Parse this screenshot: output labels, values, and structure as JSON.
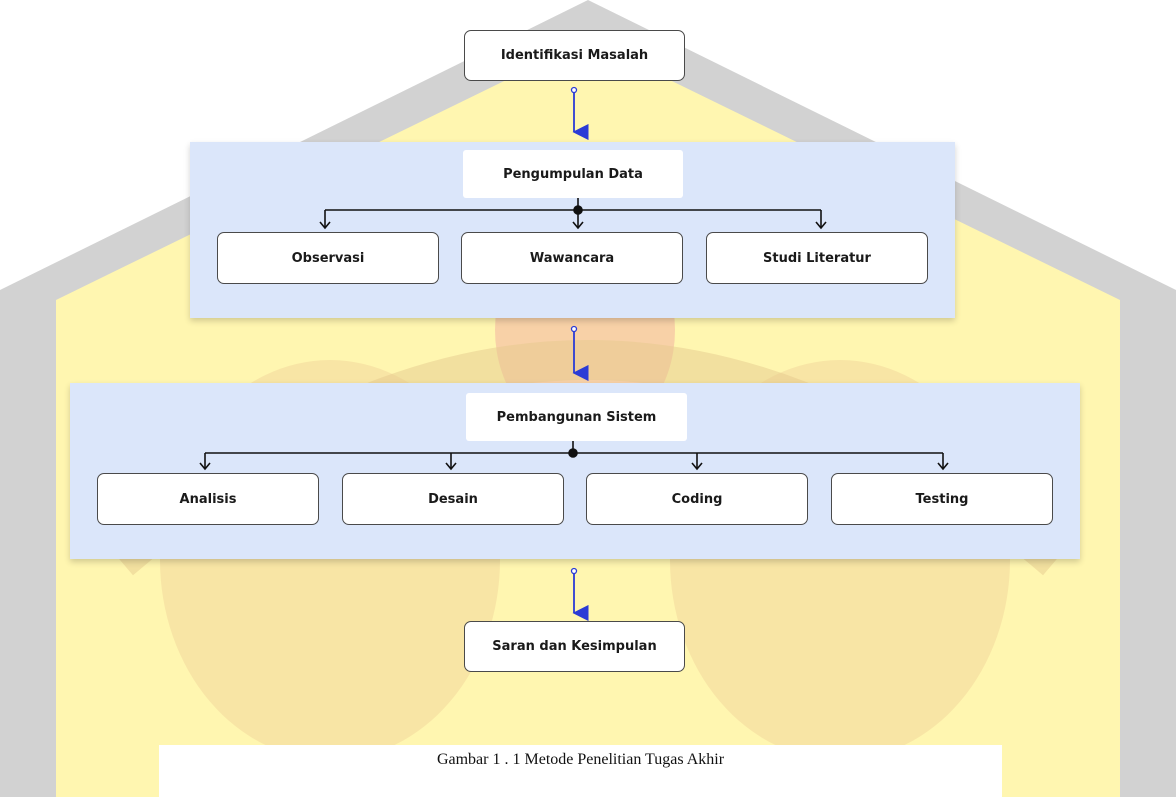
{
  "diagram": {
    "top": {
      "label": "Identifikasi Masalah"
    },
    "pengumpulan": {
      "label": "Pengumpulan Data",
      "children": [
        "Observasi",
        "Wawancara",
        "Studi Literatur"
      ]
    },
    "pembangunan": {
      "label": "Pembangunan Sistem",
      "children": [
        "Analisis",
        "Desain",
        "Coding",
        "Testing"
      ]
    },
    "bottom": {
      "label": "Saran dan Kesimpulan"
    }
  },
  "caption": "Gambar 1 . 1 Metode Penelitian Tugas Akhir",
  "colors": {
    "flow_arrow": "#2b3bd6",
    "panel_fill": "#dbe6fa",
    "box_border": "#4a4a4a",
    "watermark_yellow": "#fff5a8",
    "watermark_grey": "#c8c8c8",
    "watermark_orange": "#f2c58a"
  }
}
